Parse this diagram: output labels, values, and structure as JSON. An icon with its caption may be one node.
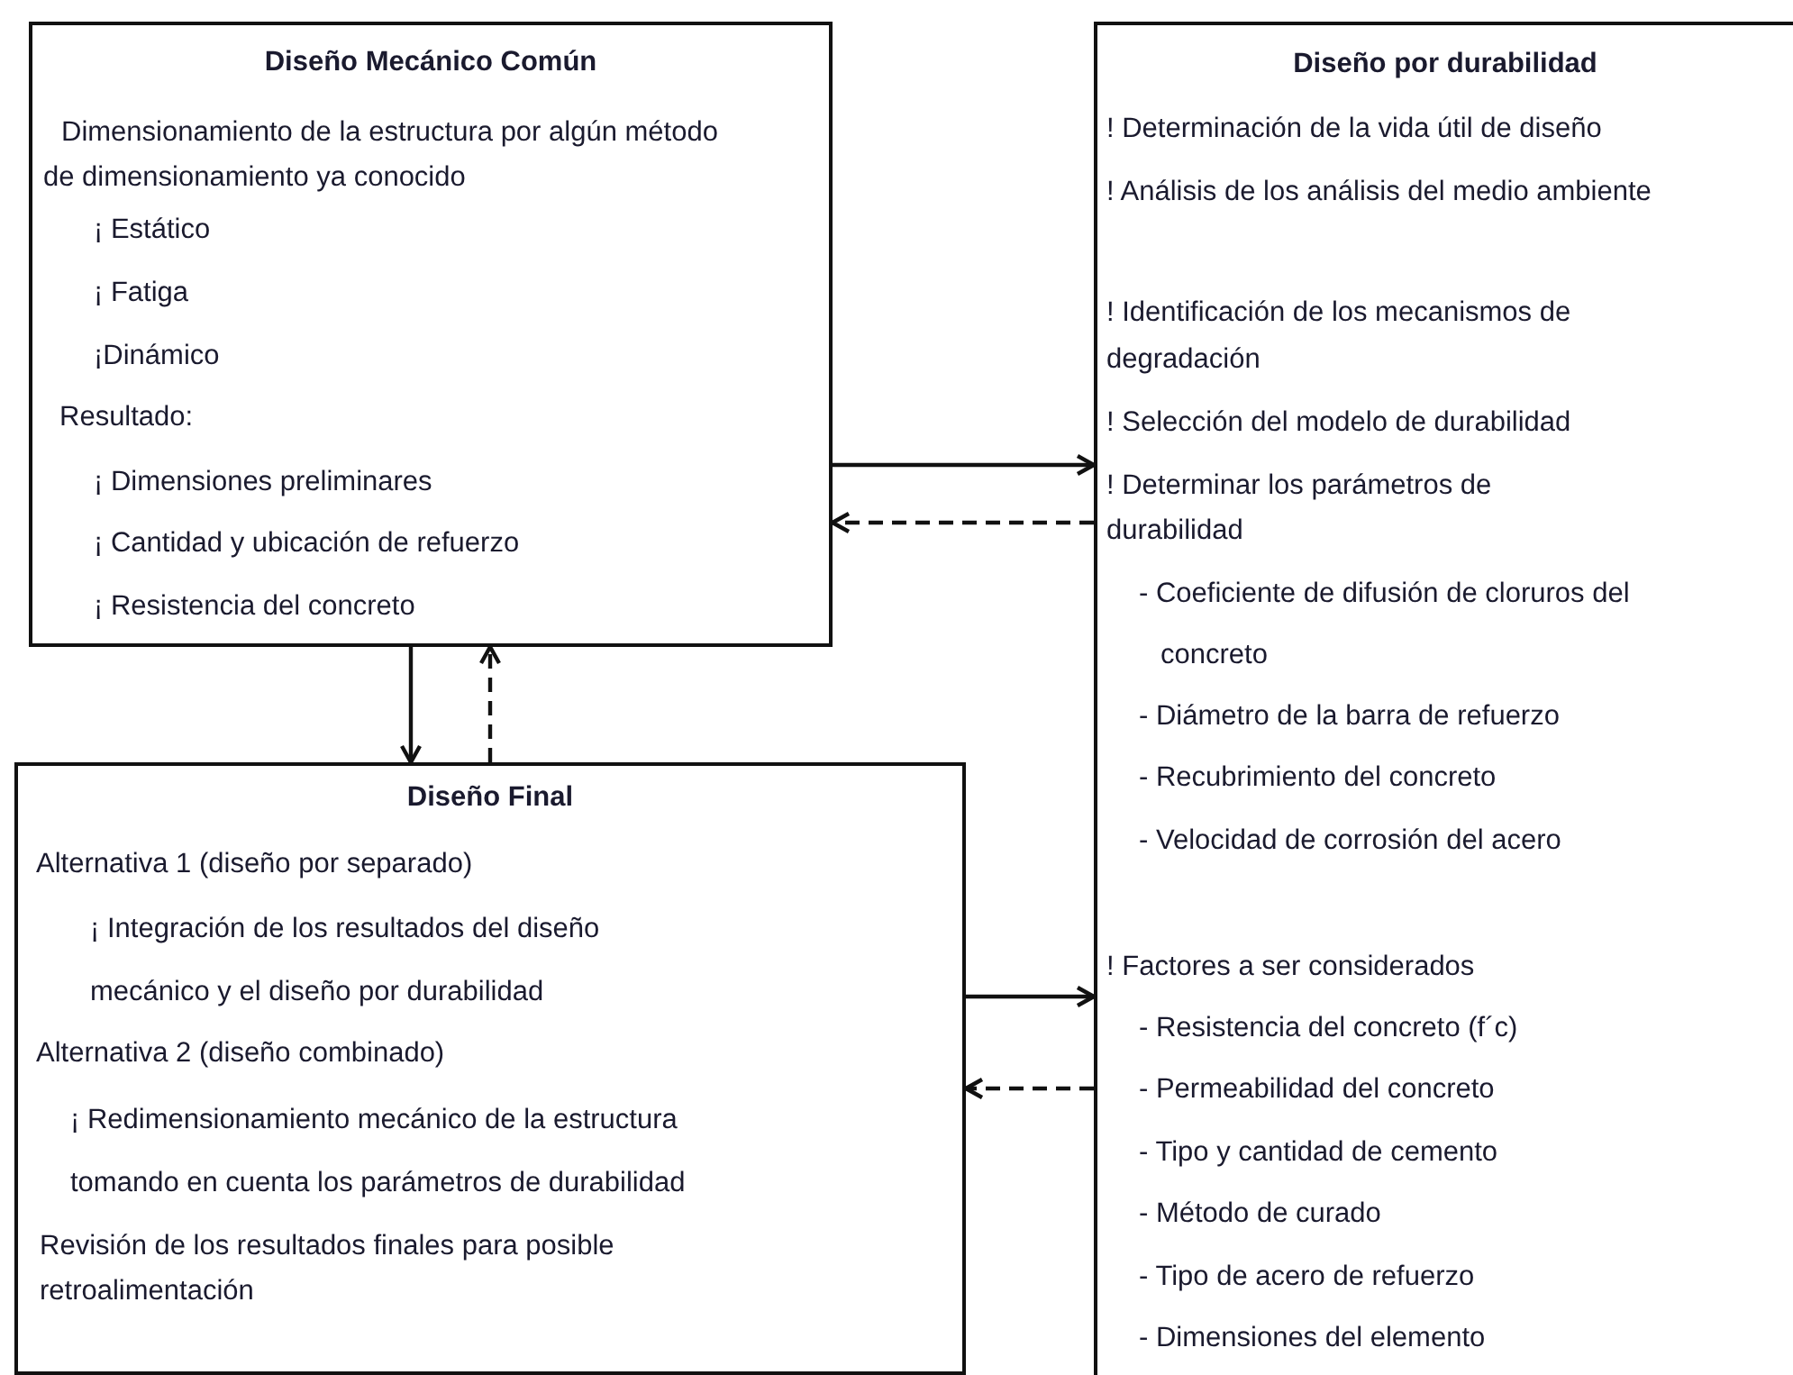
{
  "diagram": {
    "nodes": [
      {
        "text": [
          "Diseño Mecánico Común",
          "Dimensionamiento de la estructura por algún método de dimensionamiento ya conocido",
          "¡ Estático",
          "¡ Fatiga",
          "¡Dinámico",
          "Resultado:",
          "¡ Dimensiones preliminares",
          "¡ Cantidad y ubicación de refuerzo",
          "¡ Resistencia del concreto"
        ]
      },
      {
        "text": [
          "Diseño Final",
          "Alternativa 1 (diseño por separado)",
          "¡ Integración de los resultados del diseño mecánico y el diseño por durabilidad",
          "Alternativa 2 (diseño combinado)",
          "¡ Redimensionamiento mecánico de la estructura tomando en cuenta los parámetros de durabilidad",
          "Revisión de los resultados finales para posible retroalimentación"
        ]
      },
      {
        "text": [
          "Diseño por durabilidad",
          "! Determinación de la vida útil de diseño",
          "! Análisis de los análisis del medio ambiente",
          "! Identificación de los mecanismos de degradación",
          "! Selección del modelo de durabilidad",
          "! Determinar los parámetros de durabilidad",
          "- Coeficiente de difusión de cloruros del concreto",
          "- Diámetro de la barra de refuerzo",
          "- Recubrimiento del concreto",
          "- Velocidad de corrosión del acero",
          "! Factores a ser considerados",
          "- Resistencia del concreto (f´c)",
          "- Permeabilidad del concreto",
          "- Tipo y cantidad de cemento",
          "- Método de curado",
          "- Tipo de acero de refuerzo",
          "- Dimensiones del elemento"
        ]
      }
    ],
    "edges": [
      {
        "from": 0,
        "to": 2,
        "arrow": "to"
      },
      {
        "from": 2,
        "to": 0,
        "arrow": "to",
        "style": "dashed"
      },
      {
        "from": 0,
        "to": 1,
        "arrow": "to"
      },
      {
        "from": 1,
        "to": 0,
        "arrow": "to",
        "style": "dashed"
      },
      {
        "from": 1,
        "to": 2,
        "arrow": "to"
      },
      {
        "from": 2,
        "to": 1,
        "arrow": "to",
        "style": "dashed"
      }
    ]
  }
}
